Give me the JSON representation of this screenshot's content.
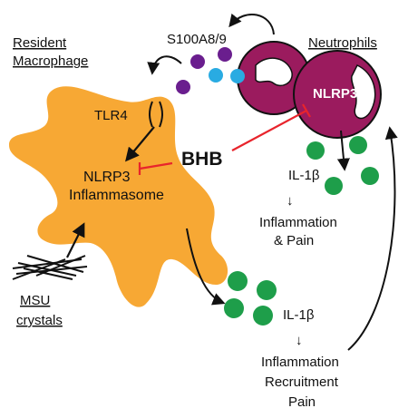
{
  "labels": {
    "resident_macrophage_line1": "Resident",
    "resident_macrophage_line2": "Macrophage",
    "neutrophils": "Neutrophils",
    "s100a8_9": "S100A8/9",
    "tlr4": "TLR4",
    "nlrp3_neutrophil": "NLRP3",
    "bhb": "BHB",
    "nlrp3_inflammasome_line1": "NLRP3",
    "nlrp3_inflammasome_line2": "Inflammasome",
    "il1b_upper": "IL-1β",
    "arrow_upper": "↓",
    "inflammation_pain_line1": "Inflammation",
    "inflammation_pain_line2": "& Pain",
    "msu_line1": "MSU",
    "msu_line2": "crystals",
    "il1b_lower": "IL-1β",
    "arrow_lower": "↓",
    "outcome_line1": "Inflammation",
    "outcome_line2": "Recruitment",
    "outcome_line3": "Pain"
  },
  "colors": {
    "macrophage": "#F7A834",
    "neutrophil": "#9B1B5E",
    "s100_purple": "#6A1E8E",
    "s100_blue": "#29ABE2",
    "il1b_green": "#1E9E4A",
    "inhibition_red": "#E8242C"
  }
}
